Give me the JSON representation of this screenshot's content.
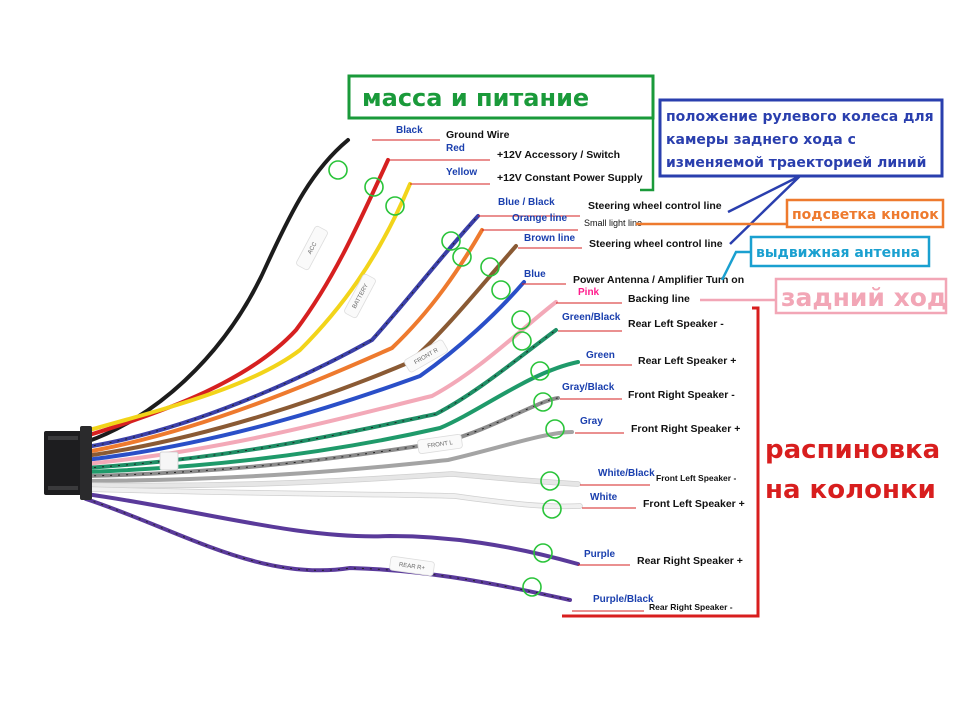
{
  "wires": [
    {
      "id": "ground",
      "color_label": "Black",
      "desc": "Ground Wire",
      "stroke": "#1c1c1c",
      "desc_size": "normal"
    },
    {
      "id": "acc",
      "color_label": "Red",
      "desc": "+12V  Accessory / Switch",
      "stroke": "#d62020",
      "desc_size": "normal"
    },
    {
      "id": "batt",
      "color_label": "Yellow",
      "desc": "+12V Constant Power Supply",
      "stroke": "#f2d41a",
      "desc_size": "normal"
    },
    {
      "id": "swc1",
      "color_label": "Blue  /  Black",
      "desc": "Steering wheel control line",
      "stroke": "#3b3fa8",
      "desc_size": "normal"
    },
    {
      "id": "ill",
      "color_label": "Orange line",
      "desc": "Small light line",
      "stroke": "#ee7a2e",
      "desc_size": "small"
    },
    {
      "id": "swc2",
      "color_label": "Brown line",
      "desc": "Steering wheel control line",
      "stroke": "#8a5a34",
      "desc_size": "normal"
    },
    {
      "id": "ant",
      "color_label": "Blue",
      "desc": "Power Antenna / Amplifier Turn on",
      "stroke": "#2a4fc8",
      "desc_size": "normal"
    },
    {
      "id": "back",
      "color_label": "Pink",
      "desc": "Backing line",
      "stroke": "#f3a9b8",
      "desc_size": "normal"
    },
    {
      "id": "rlm",
      "color_label": "Green/Black",
      "desc": "Rear Left Speaker -",
      "stroke": "#1f8f66",
      "desc_size": "normal"
    },
    {
      "id": "rlp",
      "color_label": "Green",
      "desc": "Rear Left Speaker +",
      "stroke": "#1f9a6a",
      "desc_size": "normal"
    },
    {
      "id": "frm",
      "color_label": "Gray/Black",
      "desc": "Front Right Speaker -",
      "stroke": "#8c8c8c",
      "desc_size": "normal"
    },
    {
      "id": "frp",
      "color_label": "Gray",
      "desc": "Front Right Speaker +",
      "stroke": "#a4a4a4",
      "desc_size": "normal"
    },
    {
      "id": "flm",
      "color_label": "White/Black",
      "desc": "Front Left Speaker -",
      "stroke": "#e6e6e6",
      "desc_size": "tiny"
    },
    {
      "id": "flp",
      "color_label": "White",
      "desc": "Front Left Speaker +",
      "stroke": "#f0f0f0",
      "desc_size": "normal"
    },
    {
      "id": "rrp",
      "color_label": "Purple",
      "desc": "Rear Right Speaker +",
      "stroke": "#5a3a9a",
      "desc_size": "normal"
    },
    {
      "id": "rrm",
      "color_label": "Purple/Black",
      "desc": "Rear Right Speaker -",
      "stroke": "#5a3a9a",
      "desc_size": "tiny"
    }
  ],
  "notes": {
    "power": {
      "text": "масса и питание",
      "color": "#1a9a3a"
    },
    "steering": {
      "lines": [
        "положение рулевого колеса для",
        "камеры заднего хода с",
        "изменяемой траекторией линий"
      ],
      "color": "#2a3fae"
    },
    "backlight": {
      "text": "подсветка кнопок",
      "color": "#ee7a2e"
    },
    "antenna": {
      "text": "выдвижная антенна",
      "color": "#1aa0d0"
    },
    "reverse": {
      "text": "задний ход",
      "color": "#f2a6b6"
    },
    "speakers": {
      "lines": [
        "распиновка",
        "на колонки"
      ],
      "color": "#d81e1e"
    }
  },
  "sleeves": [
    "ACC",
    "BATTERY",
    "FRONT R",
    "FRONT L",
    "REAR R+"
  ]
}
